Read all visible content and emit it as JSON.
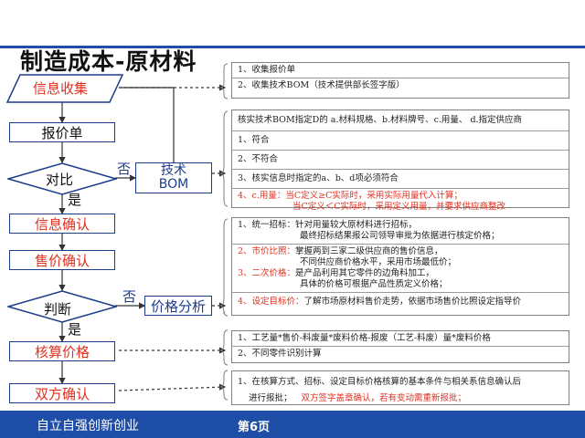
{
  "title": "制造成本-原材料",
  "flow": {
    "receive_info": "信息收集",
    "quotation_sheet": "报价单",
    "compare": "对比",
    "no_label_1": "否",
    "yes_label_1": "是",
    "tech_bom": "技术\nBOM",
    "info_confirm": "信息确认",
    "price_confirm": "售价确认",
    "judge": "判断",
    "no_label_2": "否",
    "price_analysis": "价格分析",
    "yes_label_2": "是",
    "cost_price": "核算价格",
    "mutual_confirm": "双方确认"
  },
  "notes": {
    "collect": [
      "1、收集报价单",
      "2、收集技术BOM（技术提供部长签字版）"
    ],
    "verify": {
      "header": "核实技术BOM指定D的 a.材料规格、b.材料牌号、c.用量、 d.指定供应商",
      "items": [
        "1、符合",
        "2、不符合",
        "3、核实信息时指定的a、b、d项必须符合"
      ],
      "item4_prefix": "4、c.用量：",
      "item4_line1": "当C定义≥C实际时，采用实际用量代入计算；",
      "item4_line2": "当C定义＜C实际时，采用定义用量，并要求供应商整改"
    },
    "pricing": {
      "item1_line1": "1、统一招标：针对用量较大原材料进行招标，",
      "item1_line2": "最终招标结果报公司领导审批为依据进行核定价格；",
      "item2_label": "2、市价比照：",
      "item2_line1": "掌握两到三家二级供应商的售价信息，",
      "item2_line2": "不同供应商价格水平，采用市场最低价；",
      "item3_label": "3、二次价格：",
      "item3_line1": "是产品利用其它零件的边角料加工，",
      "item3_line2": "具体的价格可根据产品性质定义价格；",
      "item4_label": "4、设定目标价：",
      "item4_text": "了解市场原材料售价走势，依据市场售价比照设定指导价"
    },
    "calc": [
      "1、工艺量*售价-料废量*废料价格-报废（工艺-料废）量*废料价格",
      "2、不同零件识别计算"
    ],
    "confirm": {
      "line1": "1、在核算方式、招标、设定目标价格核算的基本条件与相关系信息确认后",
      "line2_prefix": "进行报批；",
      "line2_red": "双方签字盖章确认，若有变动需重新报批；"
    }
  },
  "footer": {
    "slogan": "自立自强创新创业",
    "page": "第6页"
  },
  "colors": {
    "brand_blue": "#1f4ea8",
    "flow_border": "#1c3c8c",
    "accent_red": "#e23020"
  }
}
